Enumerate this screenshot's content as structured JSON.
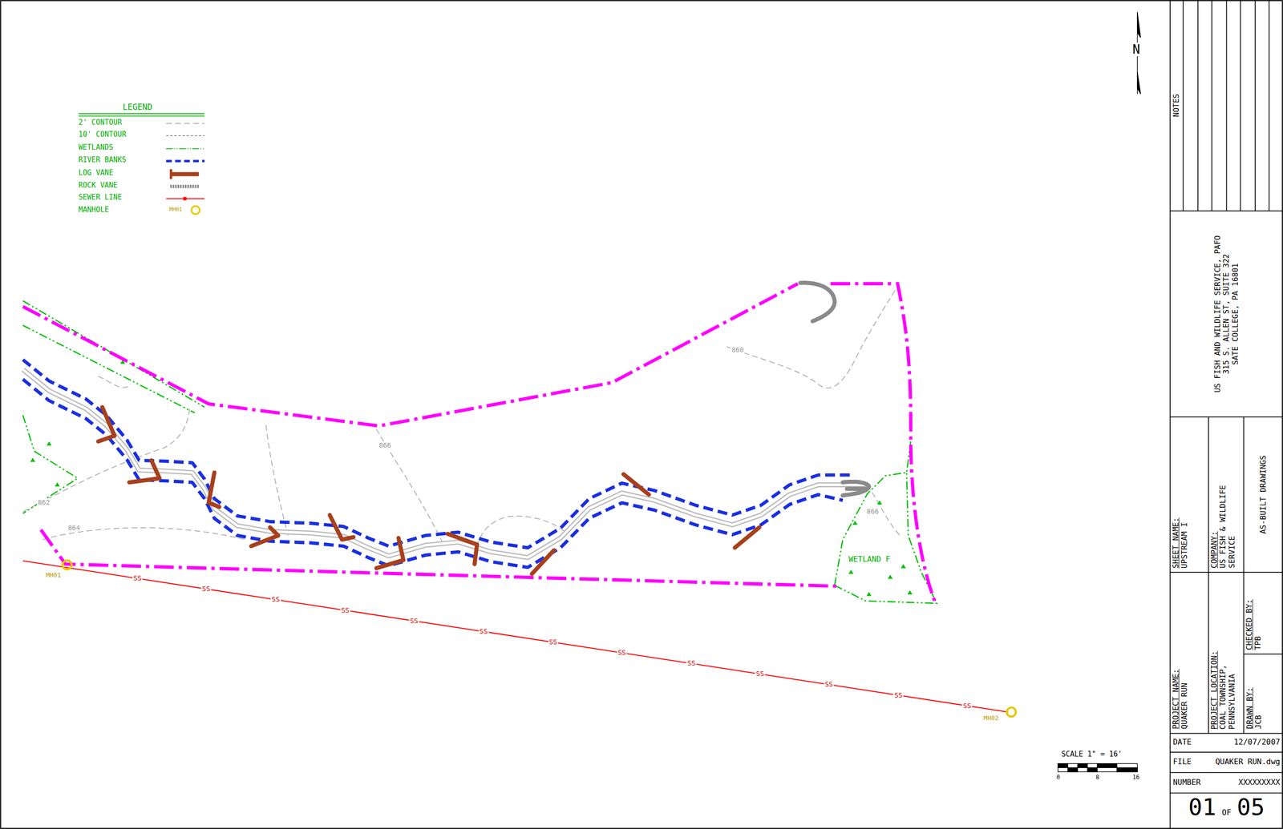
{
  "diagram": {
    "nodes": [
      {
        "text": [
          "NOTES"
        ]
      },
      {
        "text": [
          "US FISH AND WILDLIFE SERVICE, PAFO",
          "315 S. ALLEN ST, SUITE 322",
          "SATE COLLEGE, PA 16801"
        ]
      },
      {
        "text": [
          "SHEET NAME:",
          "UPSTREAM I"
        ]
      },
      {
        "text": [
          "COMPANY:",
          "US FISH & WILDLIFE SERVICE"
        ]
      },
      {
        "text": [
          "AS-BUILT DRAWINGS"
        ]
      },
      {
        "text": [
          "PROJECT NAME:",
          "QUAKER RUN"
        ]
      },
      {
        "text": [
          "PROJECT LOCATION:",
          "COAL TOWNSHIP, PENNSYLVANIA"
        ]
      },
      {
        "text": [
          "CHECKED BY:",
          "TPB"
        ]
      },
      {
        "text": [
          "DRAWN BY:",
          "JCB"
        ]
      },
      {
        "text": [
          "DATE",
          "12/07/2007"
        ]
      },
      {
        "text": [
          "FILE",
          "QUAKER RUN.dwg"
        ]
      },
      {
        "text": [
          "NUMBER",
          "XXXXXXXXX"
        ]
      },
      {
        "text": [
          "01",
          "OF",
          "05"
        ]
      }
    ],
    "labels": [
      "LEGEND",
      "MH01",
      "N",
      "860",
      "866",
      "862",
      "864",
      "866",
      "WETLAND F",
      "MH01",
      "MH02",
      "SS",
      "SS",
      "SS",
      "SS",
      "SS",
      "SS",
      "SS",
      "SS",
      "SS",
      "SS",
      "SS",
      "SS",
      "SS",
      "SCALE 1\" = 16'",
      "0",
      "8",
      "16"
    ],
    "legend": [
      {
        "text": "2' CONTOUR"
      },
      {
        "text": "10' CONTOUR"
      },
      {
        "text": "WETLANDS"
      },
      {
        "text": "RIVER BANKS"
      },
      {
        "text": "LOG VANE"
      },
      {
        "text": "ROCK VANE"
      },
      {
        "text": "SEWER LINE"
      },
      {
        "text": "MANHOLE"
      }
    ]
  }
}
